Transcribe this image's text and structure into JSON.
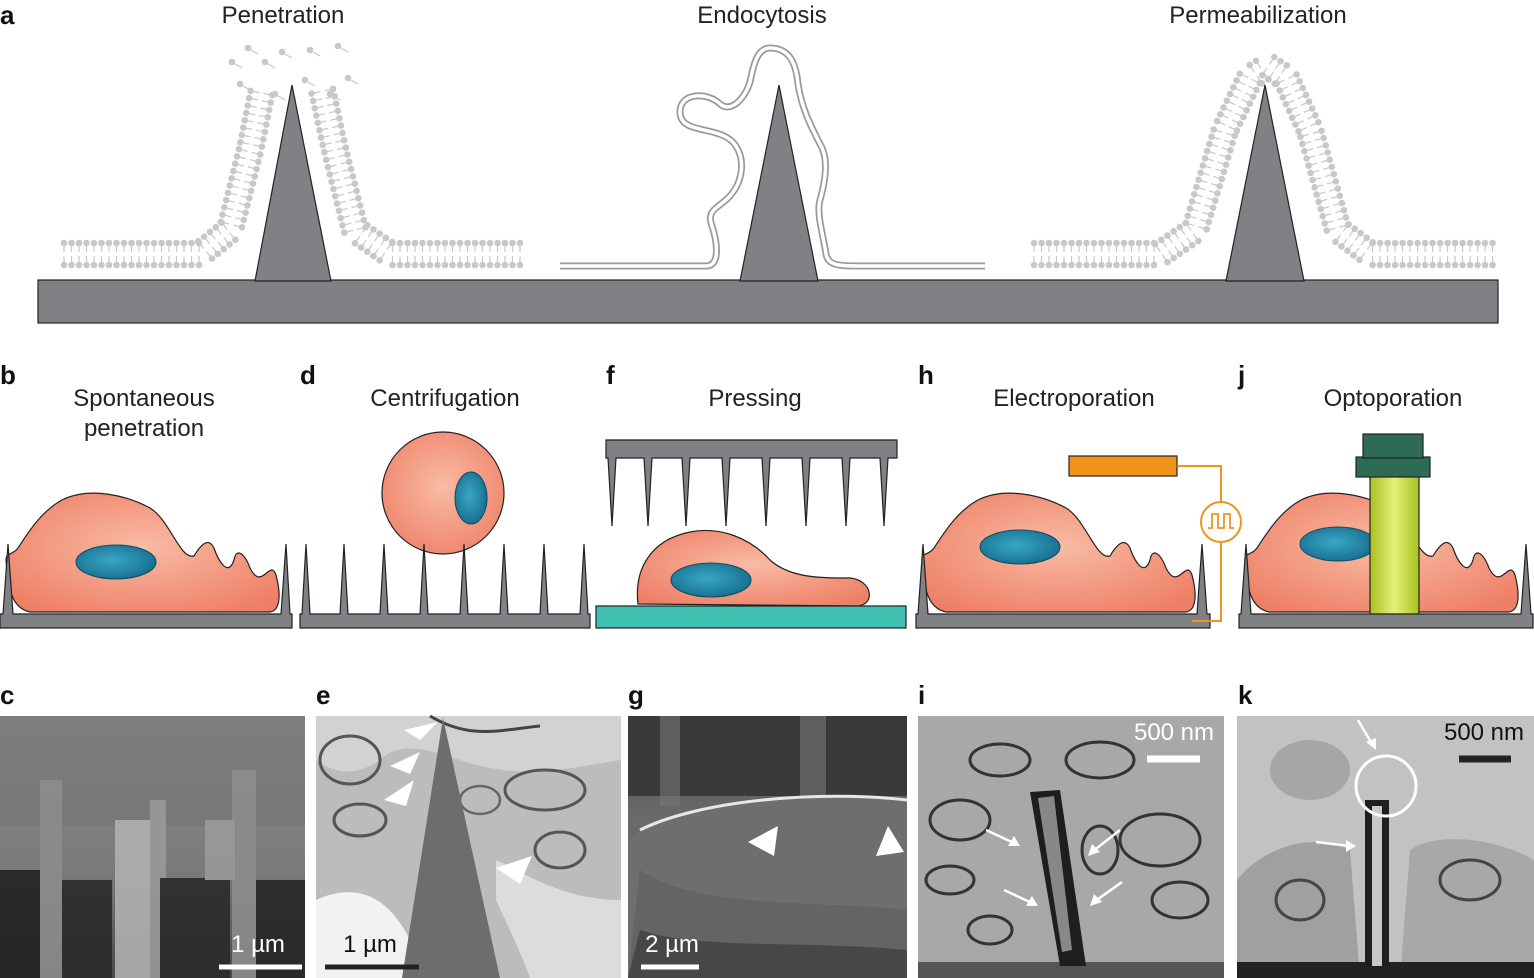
{
  "panels": {
    "a": {
      "letter": "a",
      "titles": [
        "Penetration",
        "Endocytosis",
        "Permeabilization"
      ]
    },
    "b": {
      "letter": "b",
      "title_line1": "Spontaneous",
      "title_line2": "penetration"
    },
    "d": {
      "letter": "d",
      "title": "Centrifugation"
    },
    "f": {
      "letter": "f",
      "title": "Pressing"
    },
    "h": {
      "letter": "h",
      "title": "Electroporation"
    },
    "j": {
      "letter": "j",
      "title": "Optoporation"
    },
    "c": {
      "letter": "c",
      "scale": "1 µm"
    },
    "e": {
      "letter": "e",
      "scale": "1 µm"
    },
    "g": {
      "letter": "g",
      "scale": "2 µm"
    },
    "i": {
      "letter": "i",
      "scale": "500 nm"
    },
    "k": {
      "letter": "k",
      "scale": "500 nm"
    }
  },
  "colors": {
    "substrate": "#808184",
    "cell": "#f08a70",
    "nucleus": "#1a7fa0",
    "lipid": "#c8c8c8",
    "pressing_base": "#3fbfb0",
    "electrode": "#f0941c",
    "laser_dark": "#2e6b55",
    "laser_beam": "#c8dc3c"
  }
}
